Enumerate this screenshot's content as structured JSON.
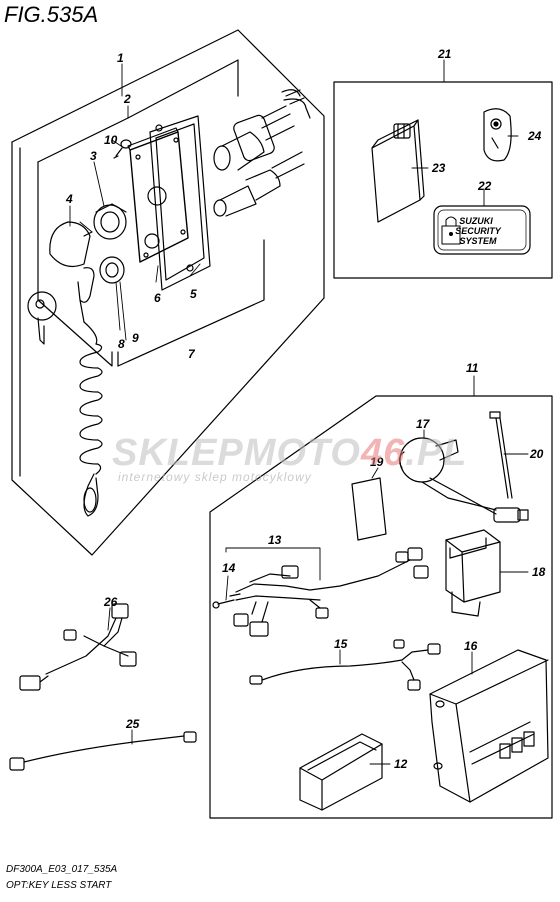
{
  "figure": {
    "title": "FIG.535A",
    "footer_code": "DF300A_E03_017_535A",
    "footer_caption": "OPT:KEY LESS START"
  },
  "watermark": {
    "brand_a": "SKLEPMOTO",
    "brand_b": "46",
    "brand_c": ".PL",
    "tagline": "internetowy sklep motocyklowy"
  },
  "badge": {
    "line1": "SUZUKI",
    "line2": "SECURITY",
    "line3": "SYSTEM"
  },
  "callouts": {
    "p1": "1",
    "p2": "2",
    "p3": "3",
    "p4": "4",
    "p5": "5",
    "p6": "6",
    "p7": "7",
    "p8": "8",
    "p9": "9",
    "p10": "10",
    "p11": "11",
    "p12": "12",
    "p13": "13",
    "p14": "14",
    "p15": "15",
    "p16": "16",
    "p17": "17",
    "p18": "18",
    "p19": "19",
    "p20": "20",
    "p21": "21",
    "p22": "22",
    "p23": "23",
    "p24": "24",
    "p25": "25",
    "p26": "26"
  }
}
